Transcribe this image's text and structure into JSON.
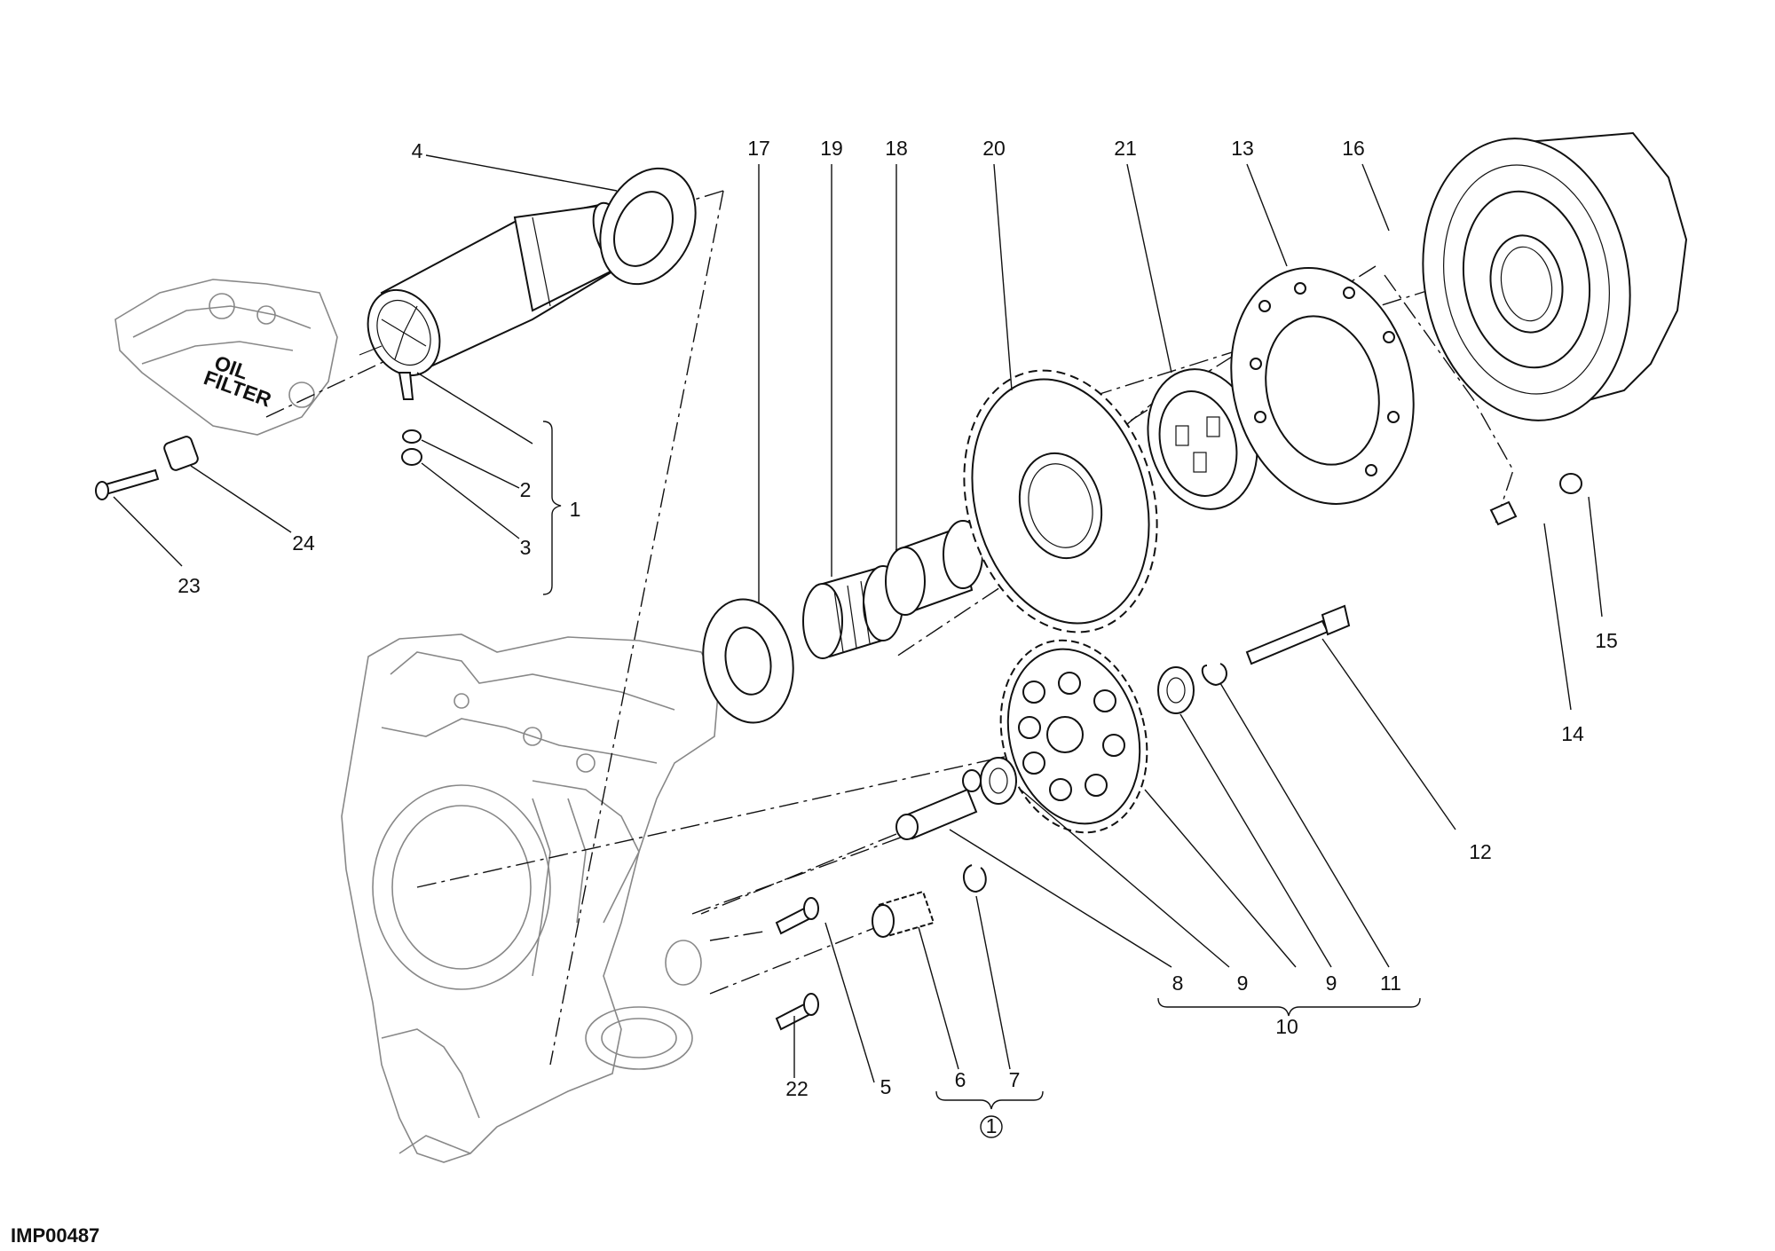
{
  "diagram": {
    "image_code": "IMP00487",
    "callouts": [
      {
        "id": "c4",
        "text": "4"
      },
      {
        "id": "c17",
        "text": "17"
      },
      {
        "id": "c19",
        "text": "19"
      },
      {
        "id": "c18",
        "text": "18"
      },
      {
        "id": "c20",
        "text": "20"
      },
      {
        "id": "c21",
        "text": "21"
      },
      {
        "id": "c13",
        "text": "13"
      },
      {
        "id": "c16",
        "text": "16"
      },
      {
        "id": "c2",
        "text": "2"
      },
      {
        "id": "c1",
        "text": "1"
      },
      {
        "id": "c3",
        "text": "3"
      },
      {
        "id": "c24",
        "text": "24"
      },
      {
        "id": "c23",
        "text": "23"
      },
      {
        "id": "c15",
        "text": "15"
      },
      {
        "id": "c14",
        "text": "14"
      },
      {
        "id": "c12",
        "text": "12"
      },
      {
        "id": "c8",
        "text": "8"
      },
      {
        "id": "c9a",
        "text": "9"
      },
      {
        "id": "c9b",
        "text": "9"
      },
      {
        "id": "c11",
        "text": "11"
      },
      {
        "id": "c10",
        "text": "10"
      },
      {
        "id": "c22",
        "text": "22"
      },
      {
        "id": "c5",
        "text": "5"
      },
      {
        "id": "c6",
        "text": "6"
      },
      {
        "id": "c7",
        "text": "7"
      },
      {
        "id": "cnote",
        "text": "1"
      }
    ],
    "oil_filter_label": [
      "OIL",
      "FILTER"
    ]
  }
}
